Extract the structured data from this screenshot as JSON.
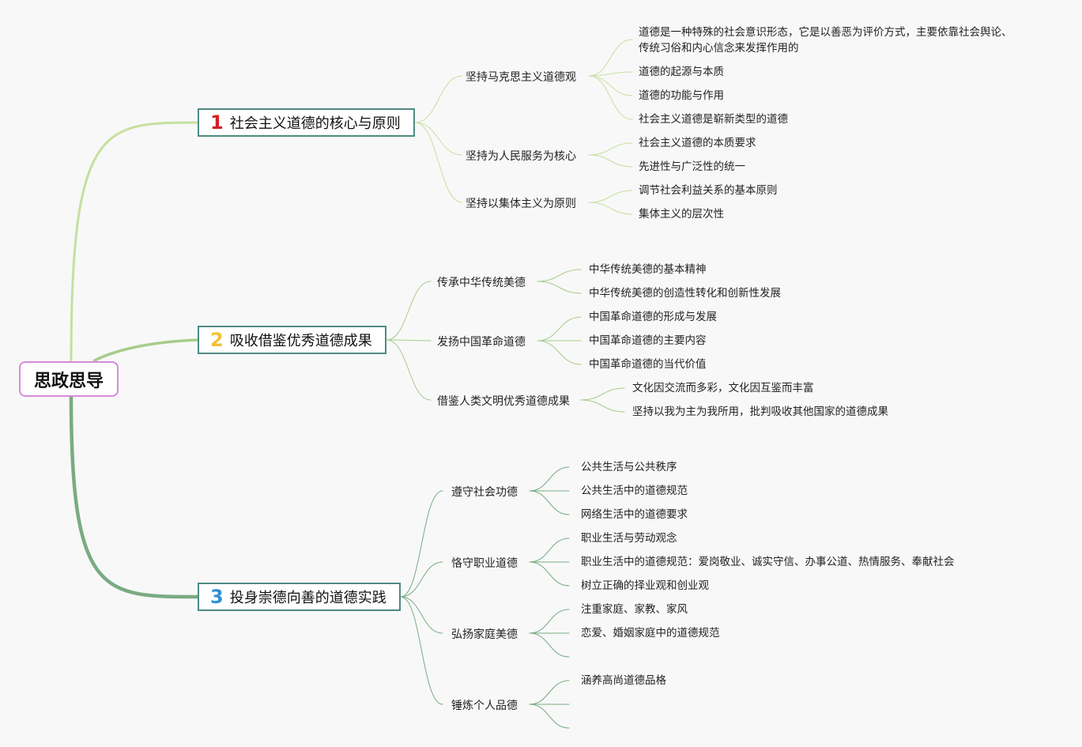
{
  "root": {
    "label": "思政思导"
  },
  "colors": {
    "root_border": "#d98ad9",
    "branch_border": "#4f8a82",
    "link_branch1": "#c5e0a0",
    "link_branch2": "#a8cc8c",
    "link_branch3": "#7aab82",
    "num1": "#d61f26",
    "num2": "#f2c230",
    "num3": "#2f8fd6"
  },
  "branches": [
    {
      "number": "1",
      "label": "社会主义道德的核心与原则",
      "subs": [
        {
          "label": "坚持马克思主义道德观",
          "leaves": [
            "道德是一种特殊的社会意识形态，它是以善恶为评价方式，主要依靠社会舆论、",
            "传统习俗和内心信念来发挥作用的",
            "道德的起源与本质",
            "道德的功能与作用",
            "社会主义道德是崭新类型的道德"
          ]
        },
        {
          "label": "坚持为人民服务为核心",
          "leaves": [
            "社会主义道德的本质要求",
            "先进性与广泛性的统一"
          ]
        },
        {
          "label": "坚持以集体主义为原则",
          "leaves": [
            "调节社会利益关系的基本原则",
            "集体主义的层次性"
          ]
        }
      ]
    },
    {
      "number": "2",
      "label": "吸收借鉴优秀道德成果",
      "subs": [
        {
          "label": "传承中华传统美德",
          "leaves": [
            "中华传统美德的基本精神",
            "中华传统美德的创造性转化和创新性发展"
          ]
        },
        {
          "label": "发扬中国革命道德",
          "leaves": [
            "中国革命道德的形成与发展",
            "中国革命道德的主要内容",
            "中国革命道德的当代价值"
          ]
        },
        {
          "label": "借鉴人类文明优秀道德成果",
          "leaves": [
            "文化因交流而多彩，文化因互鉴而丰富",
            "坚持以我为主为我所用，批判吸收其他国家的道德成果"
          ]
        }
      ]
    },
    {
      "number": "3",
      "label": "投身崇德向善的道德实践",
      "subs": [
        {
          "label": "遵守社会功德",
          "leaves": [
            "公共生活与公共秩序",
            "公共生活中的道德规范",
            "网络生活中的道德要求"
          ]
        },
        {
          "label": "恪守职业道德",
          "leaves": [
            "职业生活与劳动观念",
            "职业生活中的道德规范：爱岗敬业、诚实守信、办事公道、热情服务、奉献社会",
            "树立正确的择业观和创业观"
          ]
        },
        {
          "label": "弘扬家庭美德",
          "leaves": [
            "注重家庭、家教、家风",
            "恋爱、婚姻家庭中的道德规范",
            ""
          ]
        },
        {
          "label": "锤炼个人品德",
          "leaves": [
            "涵养高尚道德品格",
            "",
            ""
          ]
        }
      ]
    }
  ]
}
